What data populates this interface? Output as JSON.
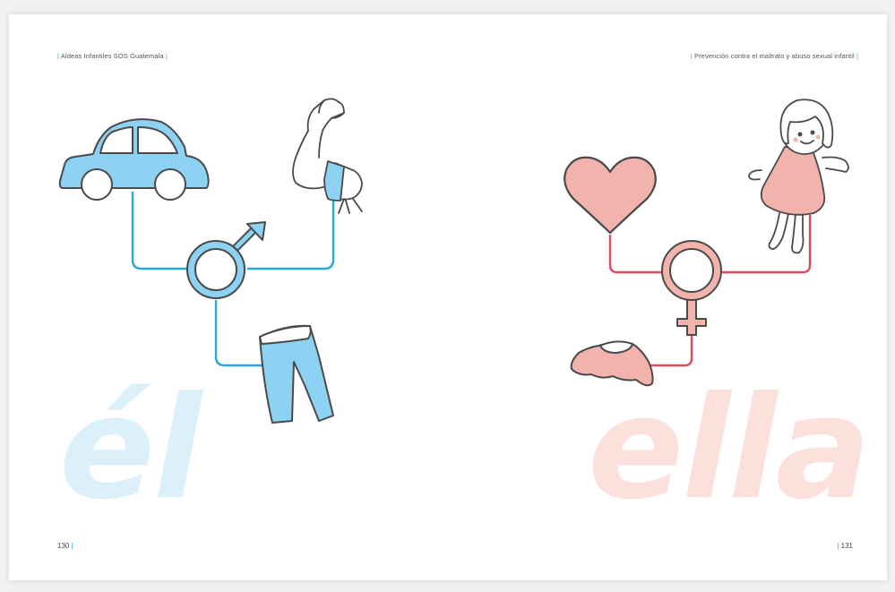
{
  "header": {
    "left_title": "Aldeas Infantiles SOS Guatemala",
    "right_title": "Prevención contra el maltrato y abuso sexual infantil",
    "bar": "|"
  },
  "pages": {
    "left_number": "130",
    "right_number": "131"
  },
  "big_words": {
    "left": "él",
    "right": "ella"
  },
  "icons": {
    "left": [
      "car-icon",
      "flexed-arm-icon",
      "male-symbol-icon",
      "pants-icon"
    ],
    "right": [
      "heart-icon",
      "doll-icon",
      "female-symbol-icon",
      "skirt-icon"
    ]
  },
  "colors": {
    "blue_fill": "#8dd2f2",
    "blue_line": "#27a8df",
    "pink_fill": "#f2b3ad",
    "red_line": "#e04a5f",
    "outline": "#4a4a4a",
    "big_blue": "#dbf0fa",
    "big_pink": "#fbe0dc",
    "accent_bar": "#28a7dc"
  }
}
